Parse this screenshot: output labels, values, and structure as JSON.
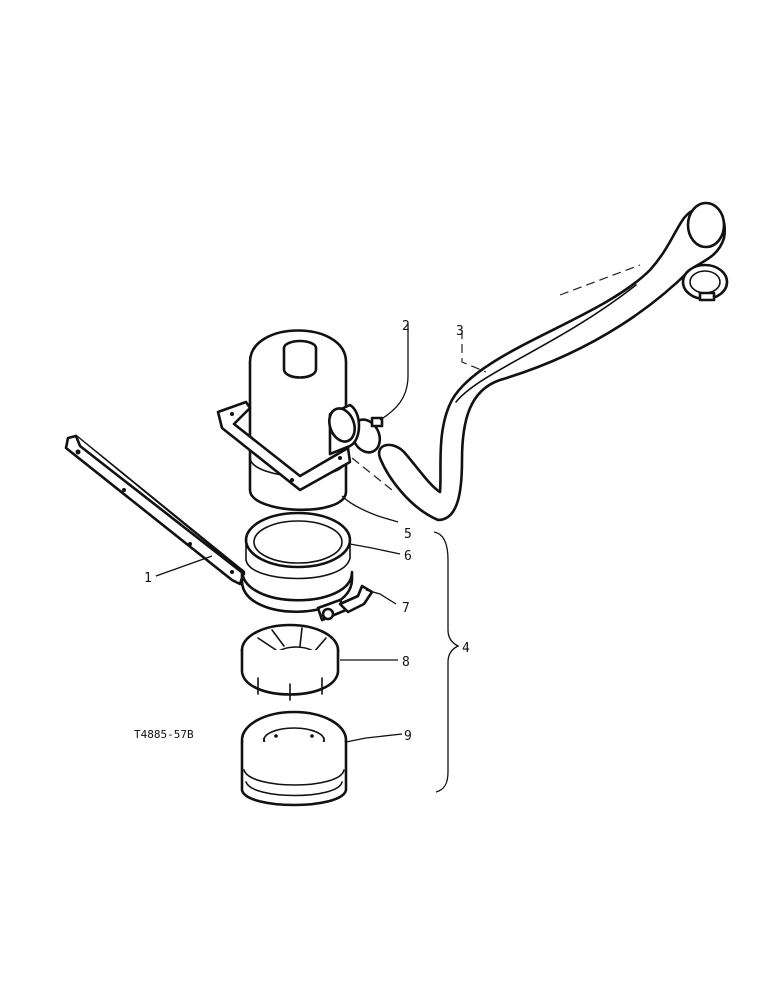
{
  "figure": {
    "reference_code": "T4885-57B",
    "callouts": [
      {
        "id": "1",
        "label": "1"
      },
      {
        "id": "2",
        "label": "2"
      },
      {
        "id": "3",
        "label": "3"
      },
      {
        "id": "4",
        "label": "4"
      },
      {
        "id": "5",
        "label": "5"
      },
      {
        "id": "6",
        "label": "6"
      },
      {
        "id": "7",
        "label": "7"
      },
      {
        "id": "8",
        "label": "8"
      },
      {
        "id": "9",
        "label": "9"
      }
    ]
  }
}
